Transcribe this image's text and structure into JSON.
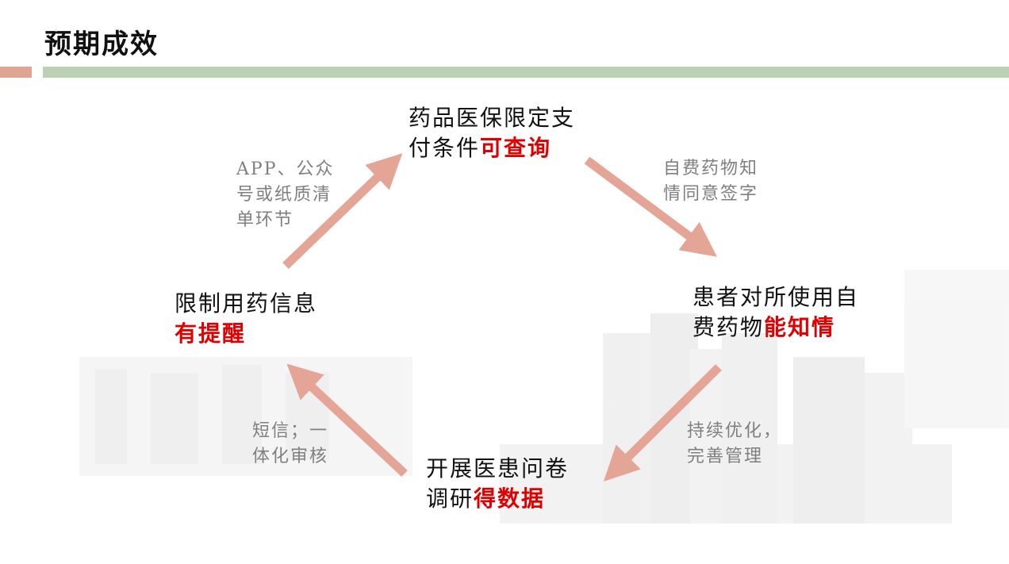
{
  "title": "预期成效",
  "colors": {
    "accent_left": "#e0a493",
    "accent_bar": "#bcd1b4",
    "arrow": "#e5a596",
    "highlight": "#e00000",
    "note_text": "#7f7f7f"
  },
  "nodes": {
    "top": {
      "line1": "药品医保限定支",
      "line2_plain": "付条件",
      "line2_highlight": "可查询"
    },
    "right": {
      "line1": "患者对所使用自",
      "line2_plain": "费药物",
      "line2_highlight": "能知情"
    },
    "bottom": {
      "line1": "开展医患问卷",
      "line2_plain": "调研",
      "line2_highlight": "得数据"
    },
    "left": {
      "line1": "限制用药信息",
      "line2_highlight": "有提醒"
    }
  },
  "notes": {
    "top_left": [
      "APP、公众",
      "号或纸质清",
      "单环节"
    ],
    "top_right": [
      "自费药物知",
      "情同意签字"
    ],
    "bottom_right": [
      "持续优化，",
      "完善管理"
    ],
    "bottom_left": [
      "短信；一",
      "体化审核"
    ]
  }
}
